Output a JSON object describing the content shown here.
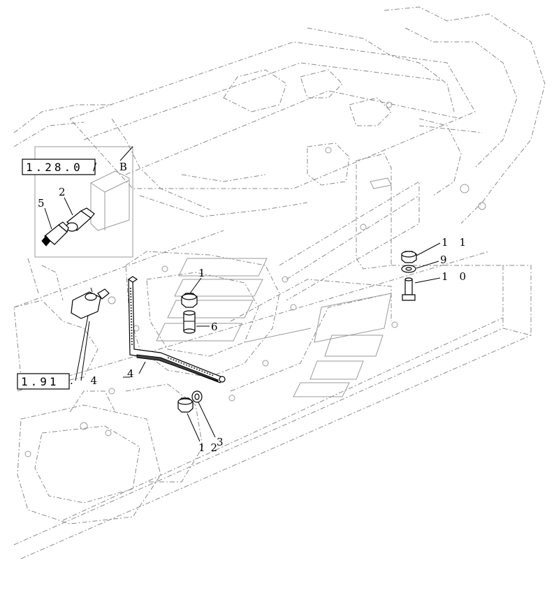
{
  "references": {
    "ref_1": "1.28.0",
    "ref_1_suffix": "/ B",
    "ref_2": "1.91",
    "ref_2_suffix": ". 4"
  },
  "callouts": {
    "c1_top": "1",
    "c2": "2",
    "c3": "3",
    "c4": "4",
    "c5": "5",
    "c6": "6",
    "c9": "9",
    "c10": "10",
    "c11": "11",
    "c12": "12"
  }
}
